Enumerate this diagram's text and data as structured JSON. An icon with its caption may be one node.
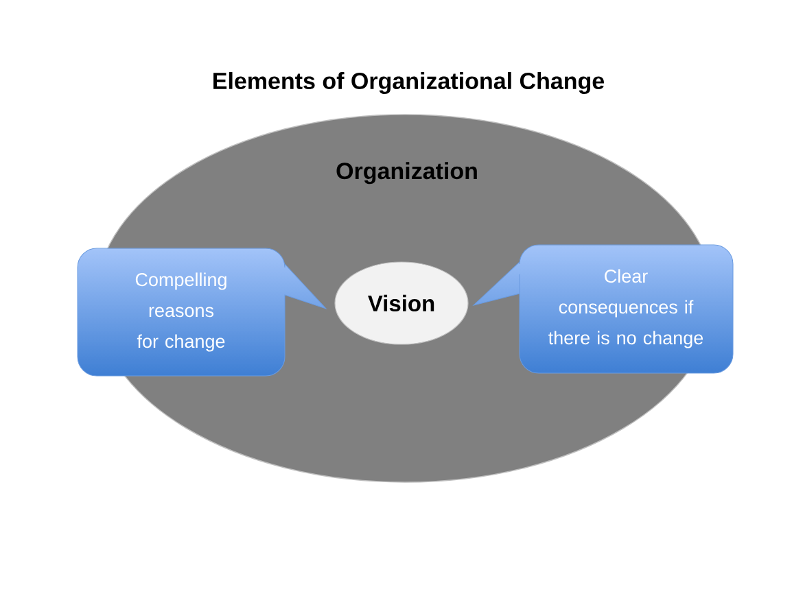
{
  "diagram": {
    "title": "Elements of Organizational Change",
    "nodes": [
      {
        "text": [
          "Organization"
        ]
      },
      {
        "text": [
          "Vision"
        ],
        "in": 0
      },
      {
        "text": [
          "Compelling reasons for change"
        ]
      },
      {
        "text": [
          "Clear consequences if there is no change"
        ]
      }
    ]
  }
}
